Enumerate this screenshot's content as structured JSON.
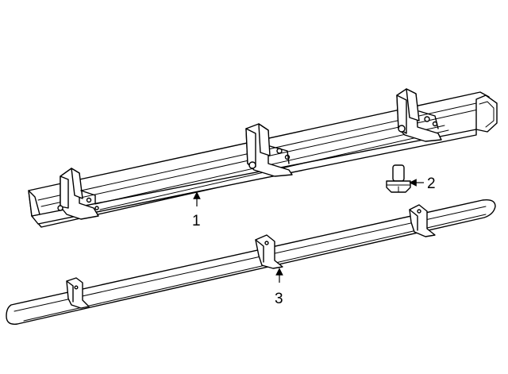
{
  "diagram": {
    "callouts": [
      {
        "id": "running-board",
        "label": "1"
      },
      {
        "id": "bolt",
        "label": "2"
      },
      {
        "id": "step-bar",
        "label": "3"
      }
    ],
    "colors": {
      "line": "#000000",
      "fill": "#ffffff",
      "shade": "#e8e8e8"
    }
  }
}
